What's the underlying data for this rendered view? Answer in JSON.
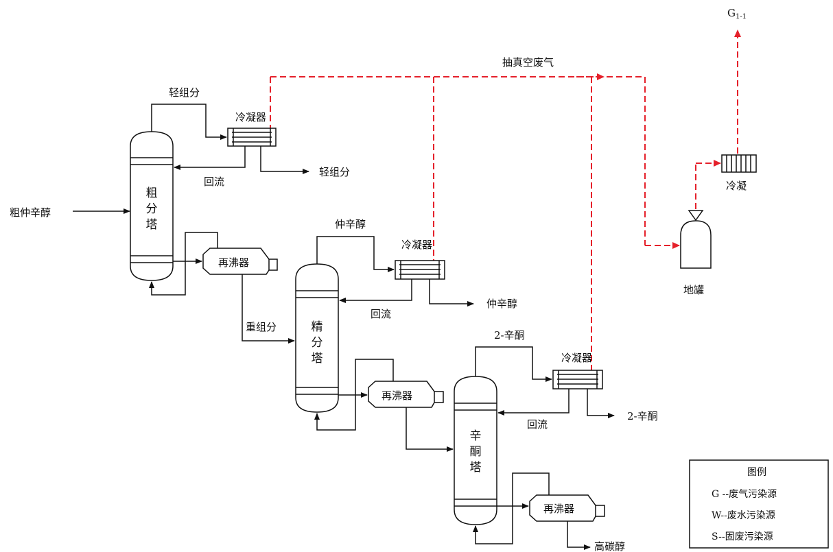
{
  "feed": {
    "crude_alcohol": "粗仲辛醇"
  },
  "towers": {
    "crude": [
      "粗",
      "分",
      "塔"
    ],
    "fine": [
      "精",
      "分",
      "塔"
    ],
    "ketone": [
      "辛",
      "酮",
      "塔"
    ]
  },
  "labels": {
    "light_top": "轻组分",
    "light_out": "轻组分",
    "condenser1": "冷凝器",
    "reflux1": "回流",
    "reboiler1": "再沸器",
    "heavy": "重组分",
    "octanol_top": "仲辛醇",
    "octanol_out": "仲辛醇",
    "condenser2": "冷凝器",
    "reflux2": "回流",
    "reboiler2": "再沸器",
    "octanone_top": "2-辛酮",
    "octanone_out": "2-辛酮",
    "condenser3": "冷凝器",
    "reflux3": "回流",
    "reboiler3": "再沸器",
    "high_carbon": "高碳醇",
    "vacuum_gas": "抽真空废气",
    "condense": "冷凝",
    "ground_tank": "地罐",
    "emission_main": "G",
    "emission_sub": "1-1"
  },
  "legend": {
    "title": "图例",
    "items": [
      "G --废气污染源",
      "W--废水污染源",
      "S--固废污染源"
    ]
  },
  "colors": {
    "line": "#111111",
    "waste_gas": "#e5202a"
  }
}
